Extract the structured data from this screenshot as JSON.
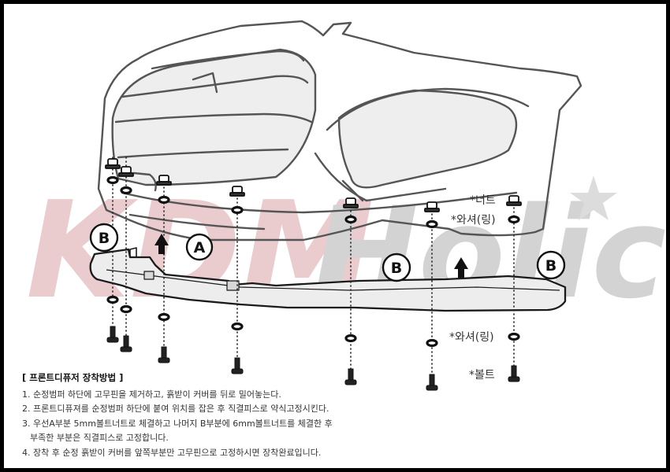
{
  "watermark": {
    "brand_left": "KDM",
    "brand_right": "Holic"
  },
  "callouts": {
    "b": "B",
    "a": "A"
  },
  "labels": {
    "nut": "*너트",
    "washer_ring": "*와셔(링)",
    "washer_ring_bottom": "*와셔(링)",
    "bolt": "*볼트"
  },
  "instructions": {
    "title": "[ 프론트디퓨저 장착방법 ]",
    "steps": [
      "1. 순정범퍼 하단에 고무핀을 제거하고, 흙받이 커버를 뒤로 밀어놓는다.",
      "2. 프론트디퓨져를 순정범퍼 하단에 붙여 위치를 잡은 후 직결피스로 약식고정시킨다.",
      "3. 우선A부분 5mm볼트너트로 체결하고 나머지 B부분에 6mm볼트너트를 체결한 후",
      "부족한  부분은 직결피스로 고정합니다.",
      "4. 장착 후 순정 흙받이 커버를 앞쪽부분만 고무핀으로 고정하시면 장착완료입니다."
    ]
  },
  "colors": {
    "line": "#1a1a1a",
    "bumper": "#555555",
    "watermark_red": "#e8c4c6",
    "watermark_blue": "#c3c8da",
    "watermark_gray": "#cccccc"
  }
}
